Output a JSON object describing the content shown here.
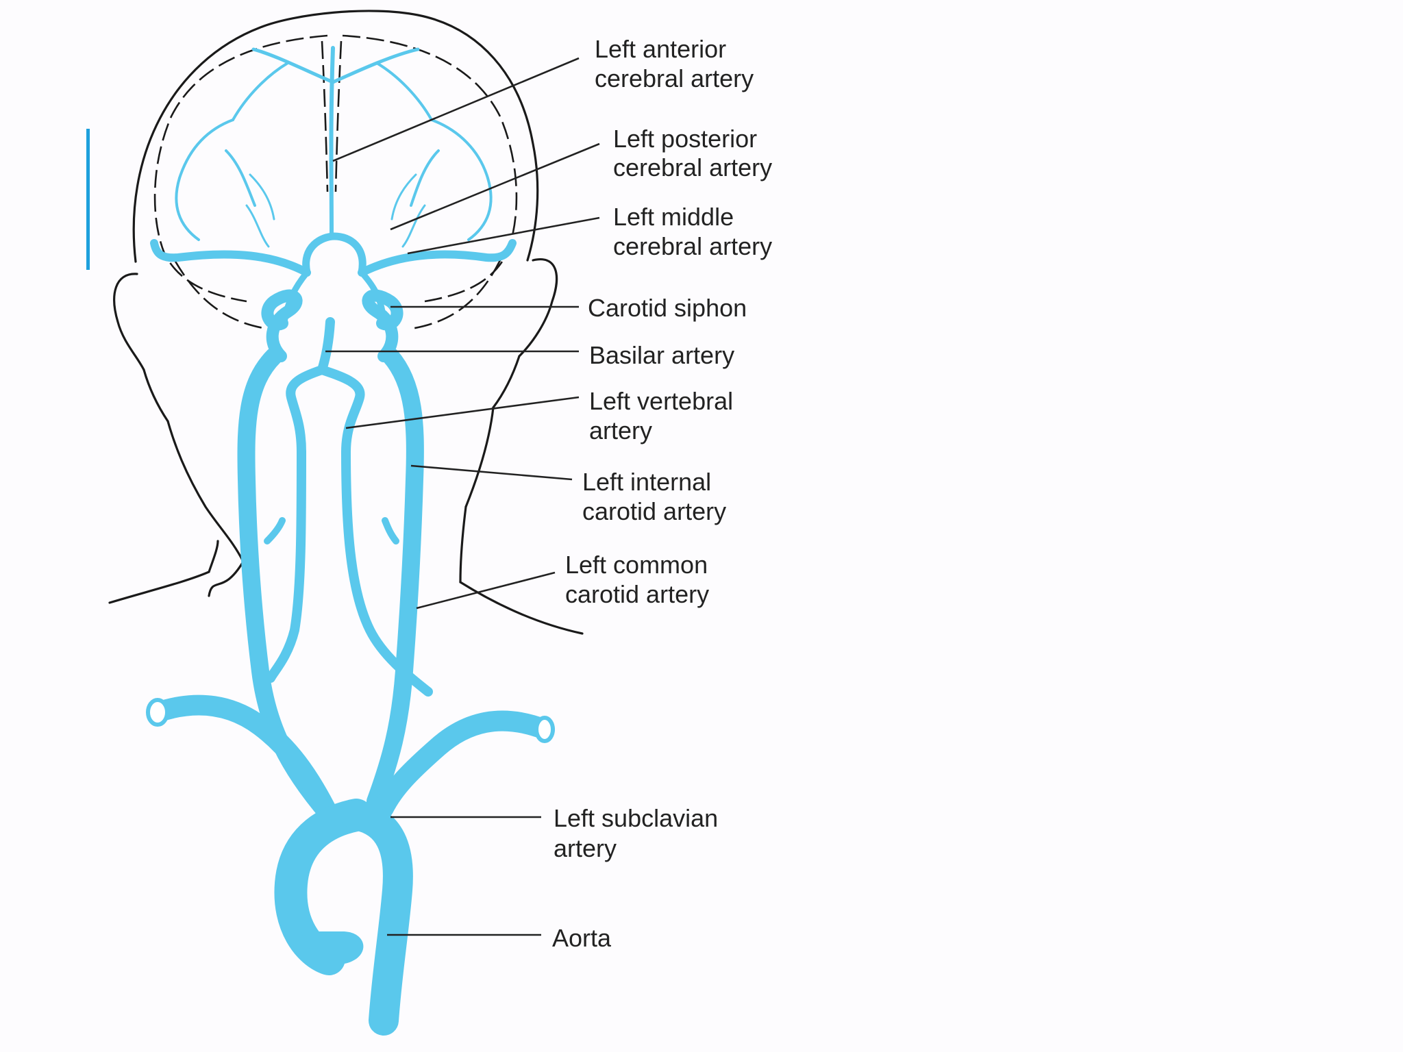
{
  "labels": {
    "left_anterior_cerebral_artery": [
      "Left anterior",
      "cerebral artery"
    ],
    "left_posterior_cerebral_artery": [
      "Left posterior",
      "cerebral artery"
    ],
    "left_middle_cerebral_artery": [
      "Left middle",
      "cerebral artery"
    ],
    "carotid_siphon": [
      "Carotid siphon"
    ],
    "basilar_artery": [
      "Basilar artery"
    ],
    "left_vertebral_artery": [
      "Left vertebral",
      "artery"
    ],
    "left_internal_carotid_artery": [
      "Left internal",
      "carotid artery"
    ],
    "left_common_carotid_artery": [
      "Left common",
      "carotid artery"
    ],
    "left_subclavian_artery": [
      "Left subclavian",
      "artery"
    ],
    "aorta": [
      "Aorta"
    ]
  },
  "colors": {
    "vessel": "#5ac8ec",
    "outline": "#1a1a1a",
    "accent_bar": "#1ea0dc",
    "background": "#fdfcfe"
  }
}
